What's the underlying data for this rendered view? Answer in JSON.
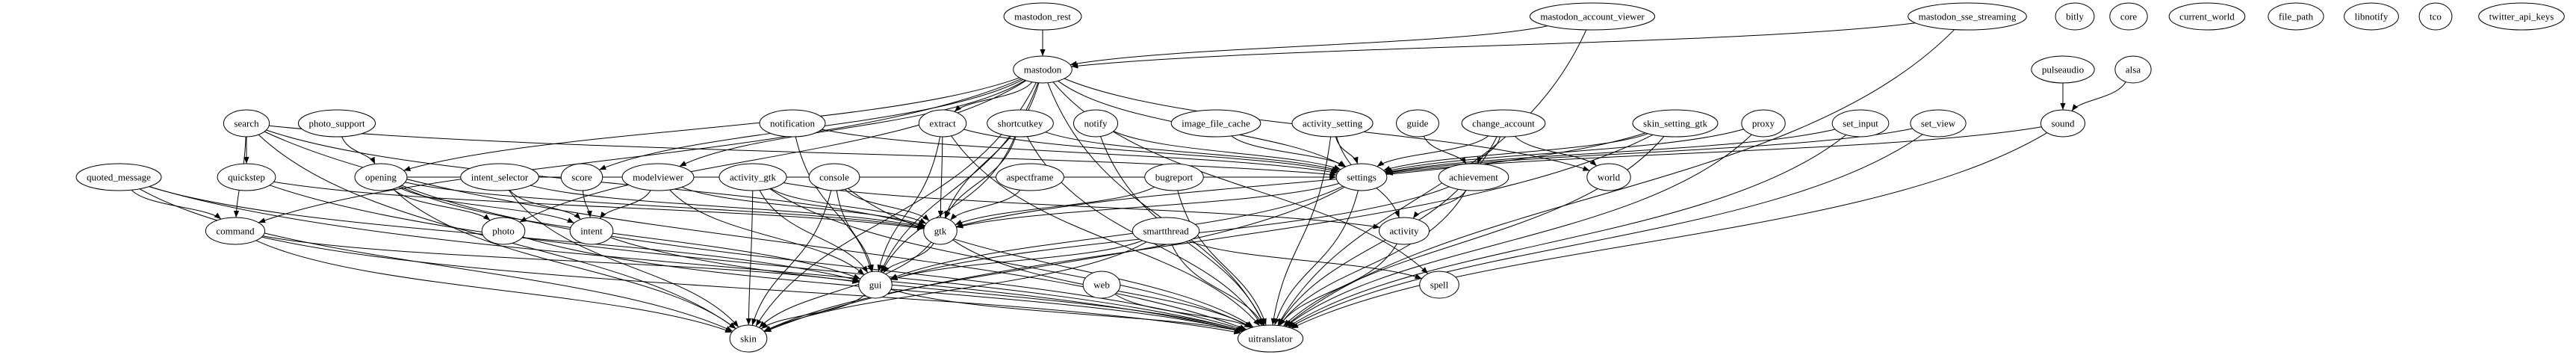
{
  "diagram": {
    "type": "directed-graph",
    "colors": {
      "stroke": "#000000",
      "fill": "#ffffff",
      "text": "#000000"
    },
    "nodes": [
      {
        "id": "mastodon_rest",
        "label": "mastodon_rest",
        "rank": 0
      },
      {
        "id": "mastodon_account_viewer",
        "label": "mastodon_account_viewer",
        "rank": 0
      },
      {
        "id": "mastodon_sse_streaming",
        "label": "mastodon_sse_streaming",
        "rank": 0
      },
      {
        "id": "bitly",
        "label": "bitly",
        "rank": 0
      },
      {
        "id": "core",
        "label": "core",
        "rank": 0
      },
      {
        "id": "current_world",
        "label": "current_world",
        "rank": 0
      },
      {
        "id": "file_path",
        "label": "file_path",
        "rank": 0
      },
      {
        "id": "libnotify",
        "label": "libnotify",
        "rank": 0
      },
      {
        "id": "tco",
        "label": "tco",
        "rank": 0
      },
      {
        "id": "twitter_api_keys",
        "label": "twitter_api_keys",
        "rank": 0
      },
      {
        "id": "mastodon",
        "label": "mastodon",
        "rank": 1
      },
      {
        "id": "pulseaudio",
        "label": "pulseaudio",
        "rank": 1
      },
      {
        "id": "alsa",
        "label": "alsa",
        "rank": 1
      },
      {
        "id": "search",
        "label": "search",
        "rank": 2
      },
      {
        "id": "photo_support",
        "label": "photo_support",
        "rank": 2
      },
      {
        "id": "notification",
        "label": "notification",
        "rank": 2
      },
      {
        "id": "extract",
        "label": "extract",
        "rank": 2
      },
      {
        "id": "shortcutkey",
        "label": "shortcutkey",
        "rank": 2
      },
      {
        "id": "notify",
        "label": "notify",
        "rank": 2
      },
      {
        "id": "image_file_cache",
        "label": "image_file_cache",
        "rank": 2
      },
      {
        "id": "activity_setting",
        "label": "activity_setting",
        "rank": 2
      },
      {
        "id": "guide",
        "label": "guide",
        "rank": 2
      },
      {
        "id": "change_account",
        "label": "change_account",
        "rank": 2
      },
      {
        "id": "skin_setting_gtk",
        "label": "skin_setting_gtk",
        "rank": 2
      },
      {
        "id": "proxy",
        "label": "proxy",
        "rank": 2
      },
      {
        "id": "set_input",
        "label": "set_input",
        "rank": 2
      },
      {
        "id": "set_view",
        "label": "set_view",
        "rank": 2
      },
      {
        "id": "sound",
        "label": "sound",
        "rank": 2
      },
      {
        "id": "quoted_message",
        "label": "quoted_message",
        "rank": 3
      },
      {
        "id": "quickstep",
        "label": "quickstep",
        "rank": 3
      },
      {
        "id": "opening",
        "label": "opening",
        "rank": 3
      },
      {
        "id": "intent_selector",
        "label": "intent_selector",
        "rank": 3
      },
      {
        "id": "score",
        "label": "score",
        "rank": 3
      },
      {
        "id": "modelviewer",
        "label": "modelviewer",
        "rank": 3
      },
      {
        "id": "activity_gtk",
        "label": "activity_gtk",
        "rank": 3
      },
      {
        "id": "console",
        "label": "console",
        "rank": 3
      },
      {
        "id": "aspectframe",
        "label": "aspectframe",
        "rank": 3
      },
      {
        "id": "bugreport",
        "label": "bugreport",
        "rank": 3
      },
      {
        "id": "settings",
        "label": "settings",
        "rank": 3
      },
      {
        "id": "achievement",
        "label": "achievement",
        "rank": 3
      },
      {
        "id": "world",
        "label": "world",
        "rank": 3
      },
      {
        "id": "command",
        "label": "command",
        "rank": 4
      },
      {
        "id": "photo",
        "label": "photo",
        "rank": 4
      },
      {
        "id": "intent",
        "label": "intent",
        "rank": 4
      },
      {
        "id": "gtk",
        "label": "gtk",
        "rank": 4
      },
      {
        "id": "smartthread",
        "label": "smartthread",
        "rank": 4
      },
      {
        "id": "activity",
        "label": "activity",
        "rank": 4
      },
      {
        "id": "gui",
        "label": "gui",
        "rank": 5
      },
      {
        "id": "web",
        "label": "web",
        "rank": 5
      },
      {
        "id": "spell",
        "label": "spell",
        "rank": 5
      },
      {
        "id": "skin",
        "label": "skin",
        "rank": 6
      },
      {
        "id": "uitranslator",
        "label": "uitranslator",
        "rank": 6
      }
    ],
    "edges": [
      [
        "mastodon_rest",
        "mastodon"
      ],
      [
        "mastodon_account_viewer",
        "mastodon"
      ],
      [
        "mastodon_account_viewer",
        "uitranslator"
      ],
      [
        "mastodon_sse_streaming",
        "mastodon"
      ],
      [
        "mastodon_sse_streaming",
        "uitranslator"
      ],
      [
        "mastodon",
        "extract"
      ],
      [
        "mastodon",
        "score"
      ],
      [
        "mastodon",
        "modelviewer"
      ],
      [
        "mastodon",
        "opening"
      ],
      [
        "mastodon",
        "photo"
      ],
      [
        "mastodon",
        "command"
      ],
      [
        "mastodon",
        "gui"
      ],
      [
        "mastodon",
        "world"
      ],
      [
        "mastodon",
        "spell"
      ],
      [
        "mastodon",
        "uitranslator"
      ],
      [
        "mastodon",
        "gtk"
      ],
      [
        "mastodon",
        "settings"
      ],
      [
        "mastodon",
        "skin"
      ],
      [
        "pulseaudio",
        "sound"
      ],
      [
        "alsa",
        "sound"
      ],
      [
        "sound",
        "settings"
      ],
      [
        "sound",
        "uitranslator"
      ],
      [
        "search",
        "quickstep"
      ],
      [
        "search",
        "command"
      ],
      [
        "search",
        "skin"
      ],
      [
        "search",
        "gtk"
      ],
      [
        "search",
        "settings"
      ],
      [
        "search",
        "uitranslator"
      ],
      [
        "photo_support",
        "opening"
      ],
      [
        "notification",
        "settings"
      ],
      [
        "notification",
        "gui"
      ],
      [
        "quoted_message",
        "command"
      ],
      [
        "quoted_message",
        "skin"
      ],
      [
        "quoted_message",
        "gui"
      ],
      [
        "quoted_message",
        "uitranslator"
      ],
      [
        "quickstep",
        "gtk"
      ],
      [
        "quickstep",
        "uitranslator"
      ],
      [
        "opening",
        "photo"
      ],
      [
        "opening",
        "intent"
      ],
      [
        "opening",
        "gtk"
      ],
      [
        "opening",
        "settings"
      ],
      [
        "opening",
        "skin"
      ],
      [
        "opening",
        "uitranslator"
      ],
      [
        "opening",
        "gui"
      ],
      [
        "intent_selector",
        "intent"
      ],
      [
        "intent_selector",
        "skin"
      ],
      [
        "intent_selector",
        "gtk"
      ],
      [
        "score",
        "intent"
      ],
      [
        "modelviewer",
        "intent"
      ],
      [
        "modelviewer",
        "gui"
      ],
      [
        "modelviewer",
        "gtk"
      ],
      [
        "activity_gtk",
        "gtk"
      ],
      [
        "activity_gtk",
        "skin"
      ],
      [
        "activity_gtk",
        "gui"
      ],
      [
        "activity_gtk",
        "uitranslator"
      ],
      [
        "activity_gtk",
        "activity"
      ],
      [
        "console",
        "gtk"
      ],
      [
        "console",
        "skin"
      ],
      [
        "console",
        "gui"
      ],
      [
        "console",
        "uitranslator"
      ],
      [
        "command",
        "gui"
      ],
      [
        "command",
        "skin"
      ],
      [
        "command",
        "uitranslator"
      ],
      [
        "photo",
        "uitranslator"
      ],
      [
        "intent",
        "uitranslator"
      ],
      [
        "extract",
        "gtk"
      ],
      [
        "extract",
        "gui"
      ],
      [
        "extract",
        "settings"
      ],
      [
        "extract",
        "uitranslator"
      ],
      [
        "shortcutkey",
        "gtk"
      ],
      [
        "shortcutkey",
        "settings"
      ],
      [
        "shortcutkey",
        "uitranslator"
      ],
      [
        "shortcutkey",
        "gui"
      ],
      [
        "notify",
        "settings"
      ],
      [
        "notify",
        "uitranslator"
      ],
      [
        "image_file_cache",
        "settings"
      ],
      [
        "activity_setting",
        "settings"
      ],
      [
        "activity_setting",
        "activity"
      ],
      [
        "activity_setting",
        "uitranslator"
      ],
      [
        "guide",
        "achievement"
      ],
      [
        "change_account",
        "settings"
      ],
      [
        "change_account",
        "achievement"
      ],
      [
        "change_account",
        "world"
      ],
      [
        "change_account",
        "uitranslator"
      ],
      [
        "skin_setting_gtk",
        "settings"
      ],
      [
        "skin_setting_gtk",
        "gtk"
      ],
      [
        "skin_setting_gtk",
        "uitranslator"
      ],
      [
        "skin_setting_gtk",
        "skin"
      ],
      [
        "aspectframe",
        "gtk"
      ],
      [
        "bugreport",
        "gtk"
      ],
      [
        "bugreport",
        "uitranslator"
      ],
      [
        "settings",
        "gtk"
      ],
      [
        "settings",
        "gui"
      ],
      [
        "settings",
        "skin"
      ],
      [
        "settings",
        "uitranslator"
      ],
      [
        "achievement",
        "activity"
      ],
      [
        "achievement",
        "gui"
      ],
      [
        "achievement",
        "uitranslator"
      ],
      [
        "gtk",
        "gui"
      ],
      [
        "gtk",
        "skin"
      ],
      [
        "gtk",
        "uitranslator"
      ],
      [
        "smartthread",
        "gui"
      ],
      [
        "smartthread",
        "skin"
      ],
      [
        "smartthread",
        "spell"
      ],
      [
        "smartthread",
        "uitranslator"
      ],
      [
        "activity",
        "uitranslator"
      ],
      [
        "gui",
        "skin"
      ],
      [
        "gui",
        "uitranslator"
      ],
      [
        "web",
        "uitranslator"
      ],
      [
        "proxy",
        "settings"
      ],
      [
        "proxy",
        "uitranslator"
      ],
      [
        "set_input",
        "settings"
      ],
      [
        "set_input",
        "uitranslator"
      ],
      [
        "set_view",
        "settings"
      ],
      [
        "set_view",
        "uitranslator"
      ]
    ]
  }
}
